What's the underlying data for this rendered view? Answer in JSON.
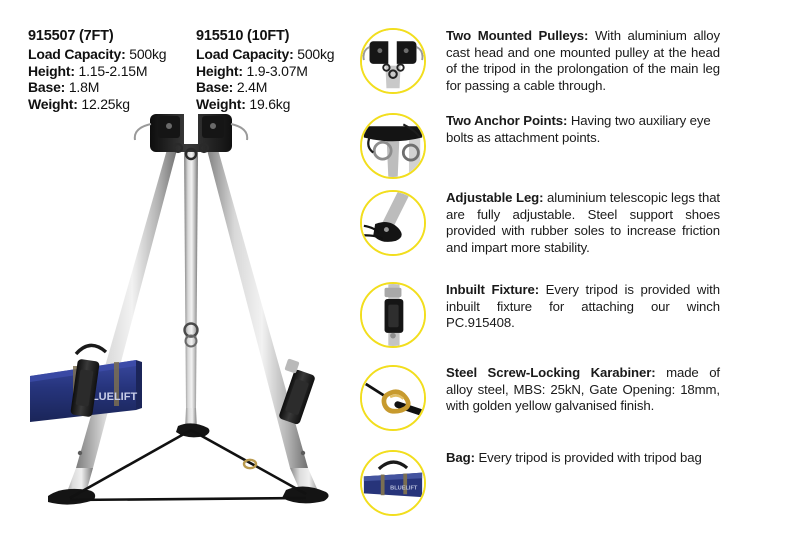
{
  "products": [
    {
      "code": "915507 (7FT)",
      "specs": [
        {
          "label": "Load Capacity:",
          "value": " 500kg"
        },
        {
          "label": "Height:",
          "value": " 1.15-2.15M"
        },
        {
          "label": "Base:",
          "value": " 1.8M"
        },
        {
          "label": "Weight:",
          "value": " 12.25kg"
        }
      ]
    },
    {
      "code": "915510 (10FT)",
      "specs": [
        {
          "label": "Load Capacity:",
          "value": " 500kg"
        },
        {
          "label": "Height:",
          "value": " 1.9-3.07M"
        },
        {
          "label": "Base:",
          "value": " 2.4M"
        },
        {
          "label": "Weight:",
          "value": " 19.6kg"
        }
      ]
    }
  ],
  "features": [
    {
      "icon": "mounted-pulleys-icon",
      "title": "Two Mounted Pulleys:",
      "body": " With aluminium alloy cast head and  one mounted pulley at the head of the tripod in the prolongation of the main leg for passing a cable through."
    },
    {
      "icon": "anchor-points-icon",
      "title": "Two Anchor Points:",
      "body": " Having two auxiliary eye bolts as attachment points."
    },
    {
      "icon": "adjustable-leg-icon",
      "title": "Adjustable Leg:",
      "body": " aluminium telescopic legs that are fully adjustable. Steel support shoes provided with rubber soles to increase friction and impart more stability."
    },
    {
      "icon": "inbuilt-fixture-icon",
      "title": "Inbuilt Fixture:",
      "body": " Every tripod is provided with inbuilt fixture for attaching our winch PC.915408."
    },
    {
      "icon": "karabiner-icon",
      "title": "Steel Screw-Locking Karabiner:",
      "body": " made of alloy steel, MBS: 25kN, Gate Opening: 18mm, with golden yellow galvanised finish."
    },
    {
      "icon": "bag-icon",
      "title": "Bag:",
      "body": " Every tripod is provided with tripod bag"
    }
  ],
  "hero": {
    "alt": "rescue-tripod-with-carry-bag",
    "brand_on_bag": "BLUELIFT"
  },
  "colors": {
    "ring_yellow": "#F2DE1E",
    "bag_navy": "#27347A",
    "metal_grey": "#AEAEAE",
    "hardware_black": "#1C1C1C",
    "karabiner_gold": "#C79A2E"
  }
}
